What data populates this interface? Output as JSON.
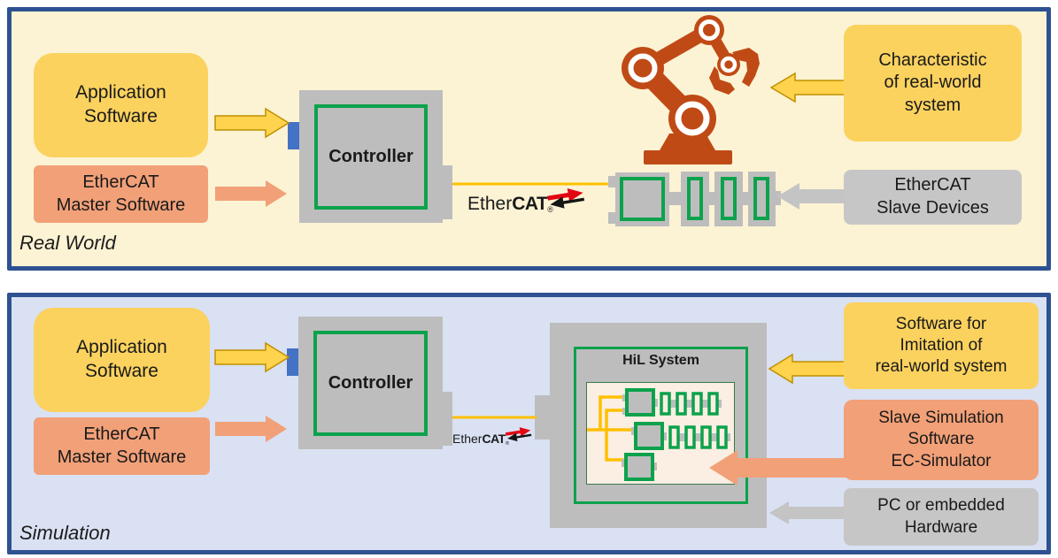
{
  "ethercat_logo": {
    "prefix": "Ether",
    "brand": "CAT",
    "registered": "®"
  },
  "panels": {
    "real_world": {
      "label": "Real World",
      "application_software": "Application\nSoftware",
      "master_software": "EtherCAT\nMaster Software",
      "controller": "Controller",
      "characteristic": "Characteristic\nof real-world\nsystem",
      "slave_devices": "EtherCAT\nSlave Devices"
    },
    "simulation": {
      "label": "Simulation",
      "application_software": "Application\nSoftware",
      "master_software": "EtherCAT\nMaster Software",
      "controller": "Controller",
      "hil_system": "HiL System",
      "imitation_software": "Software for\nImitation of\nreal-world system",
      "slave_simulation": "Slave Simulation\nSoftware\nEC-Simulator",
      "pc_hardware": "PC or embedded\nHardware"
    }
  },
  "colors": {
    "panel_top_bg": "#FCF3D4",
    "panel_bottom_bg": "#D9E1F3",
    "panel_border": "#2E5291",
    "box_yellow": "#FBD25E",
    "box_salmon": "#F2A078",
    "box_gray": "#C6C6C6",
    "machine_gray": "#BDBDBD",
    "accent_green": "#0CA24C",
    "wire_yellow": "#FFC000",
    "arrow_yellow_fill": "#FFD34D",
    "arrow_yellow_outline": "#BF9000",
    "arrow_gray": "#C4C4C4",
    "connector_blue": "#4472C4",
    "robot_orange": "#C04A15",
    "logo_red": "#E30613",
    "hil_board_bg": "#FBEEE3"
  }
}
